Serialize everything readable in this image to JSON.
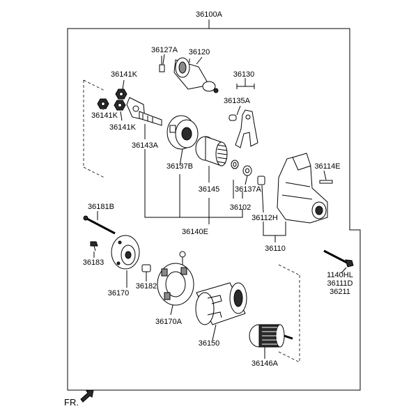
{
  "labels": {
    "l36100A": "36100A",
    "l36127A": "36127A",
    "l36120": "36120",
    "l36141K_a": "36141K",
    "l36141K_b": "36141K",
    "l36141K_c": "36141K",
    "l36130": "36130",
    "l36135A": "36135A",
    "l36143A": "36143A",
    "l36137B": "36137B",
    "l36114E": "36114E",
    "l36145": "36145",
    "l36137A": "36137A",
    "l36102": "36102",
    "l36112H": "36112H",
    "l36181B": "36181B",
    "l36140E": "36140E",
    "l36110": "36110",
    "l36183": "36183",
    "l36182": "36182",
    "l36170": "36170",
    "l1140HL": "1140HL",
    "l36111D": "36111D",
    "l36211": "36211",
    "l36170A": "36170A",
    "l36150": "36150",
    "l36146A": "36146A",
    "fr": "FR."
  },
  "colors": {
    "ink": "#000000",
    "background": "#ffffff"
  }
}
